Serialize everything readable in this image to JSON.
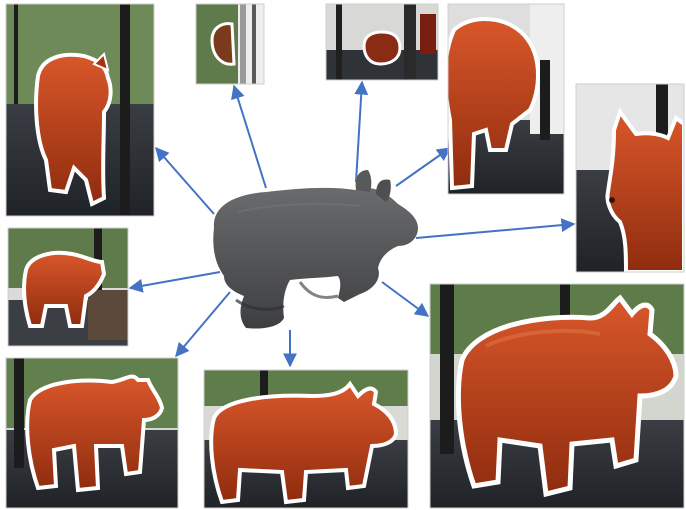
{
  "diagram": {
    "center_model": {
      "kind": "3d-mesh",
      "subject": "pig-statue",
      "color": "#58595b"
    },
    "views": [
      {
        "id": "view-1",
        "subject": "pig-statue",
        "placement": "top-left"
      },
      {
        "id": "view-2",
        "subject": "pig-statue",
        "placement": "top-center-left"
      },
      {
        "id": "view-3",
        "subject": "pig-statue",
        "placement": "top-center-right"
      },
      {
        "id": "view-4",
        "subject": "pig-statue",
        "placement": "top-right"
      },
      {
        "id": "view-5",
        "subject": "pig-statue",
        "placement": "right"
      },
      {
        "id": "view-6",
        "subject": "pig-statue",
        "placement": "left"
      },
      {
        "id": "view-7",
        "subject": "pig-statue",
        "placement": "bottom-left"
      },
      {
        "id": "view-8",
        "subject": "pig-statue",
        "placement": "bottom-center"
      },
      {
        "id": "view-9",
        "subject": "pig-statue",
        "placement": "bottom-right"
      }
    ],
    "colors": {
      "arrow": "#4472c4",
      "statue": "#b33a14",
      "statue_highlight": "#d9572a",
      "outline": "#ffffff",
      "floor": "#2b2e33",
      "window_frame": "#1c1c1c",
      "wall": "#e9e9e9",
      "foliage": "#4f6b3a",
      "mesh": "#58595b",
      "mesh_shade": "#3e3f41"
    }
  }
}
